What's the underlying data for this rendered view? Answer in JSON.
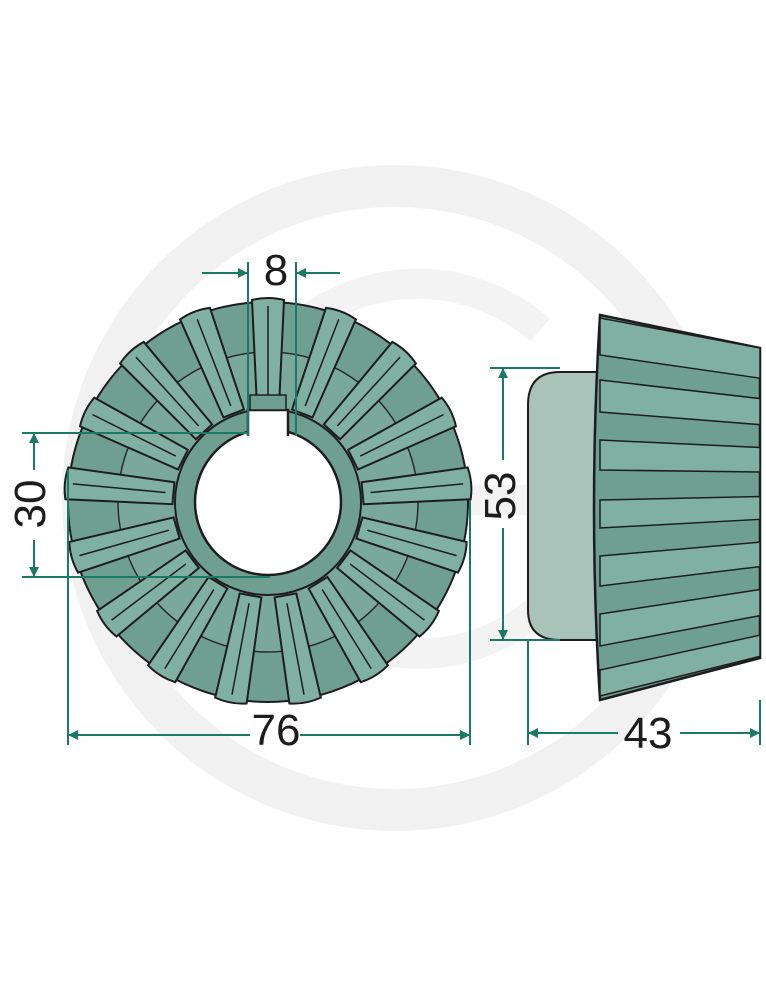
{
  "dimensions": {
    "keyway_width": "8",
    "bore_diameter": "30",
    "outer_diameter": "76",
    "hub_diameter": "53",
    "overall_length": "43"
  },
  "colors": {
    "gear_fill": "#6f9f91",
    "gear_tooth_light": "#7fb0a2",
    "hub_fill": "#a9c2ba",
    "outline": "#1d1d1d",
    "dimension_line": "#1a7a64",
    "watermark": "#f1f1f1"
  },
  "icons": {
    "watermark": "brand-watermark-icon"
  }
}
